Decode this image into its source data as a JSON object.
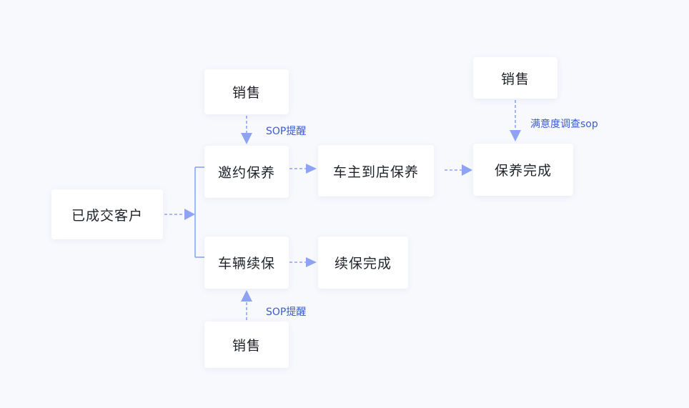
{
  "nodes": {
    "customer": "已成交客户",
    "invite": "邀约保养",
    "renew": "车辆续保",
    "store_service": "车主到店保养",
    "maintenance_done": "保养完成",
    "renew_done": "续保完成",
    "sales_top": "销售",
    "sales_bottom": "销售",
    "sales_right": "销售"
  },
  "edge_labels": {
    "sop_top": "SOP提醒",
    "sop_bottom": "SOP提醒",
    "survey": "满意度调查sop"
  },
  "colors": {
    "background": "#f8f9fd",
    "node": "#ffffff",
    "connector": "#8ea4f3",
    "arrow": "#8ea4f3",
    "label": "#3a5ccc",
    "text": "#1f2329"
  }
}
